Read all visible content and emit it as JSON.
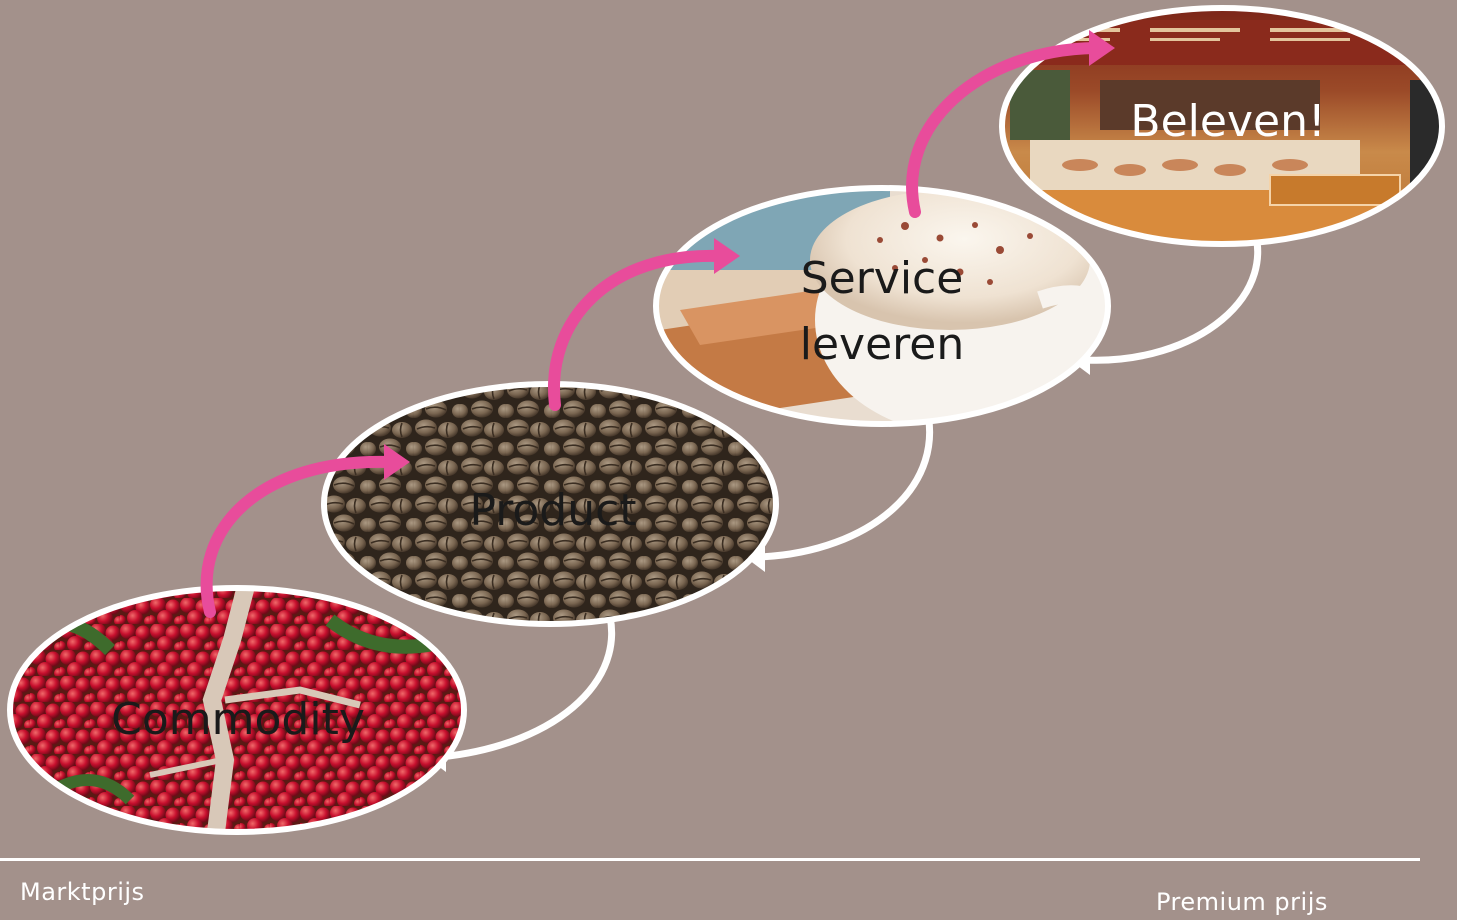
{
  "stages": [
    {
      "id": "commodity",
      "label_lines": [
        "Commodity"
      ],
      "image": "red-coffee-cherries",
      "text_color": "#1a1a1a"
    },
    {
      "id": "product",
      "label_lines": [
        "Product"
      ],
      "image": "roasted-coffee-beans",
      "text_color": "#1a1a1a"
    },
    {
      "id": "service",
      "label_lines": [
        "Service",
        "leveren"
      ],
      "image": "cappuccino-cup",
      "text_color": "#1a1a1a"
    },
    {
      "id": "experience",
      "label_lines": [
        "Beleven!"
      ],
      "image": "coffee-shop-counter",
      "text_color": "#ffffff"
    }
  ],
  "axis": {
    "left_label": "Marktprijs",
    "right_label": "Premium prijs"
  },
  "colors": {
    "background": "#a3918b",
    "forward_arrow": "#e84c9b",
    "return_arrow": "#ffffff"
  }
}
